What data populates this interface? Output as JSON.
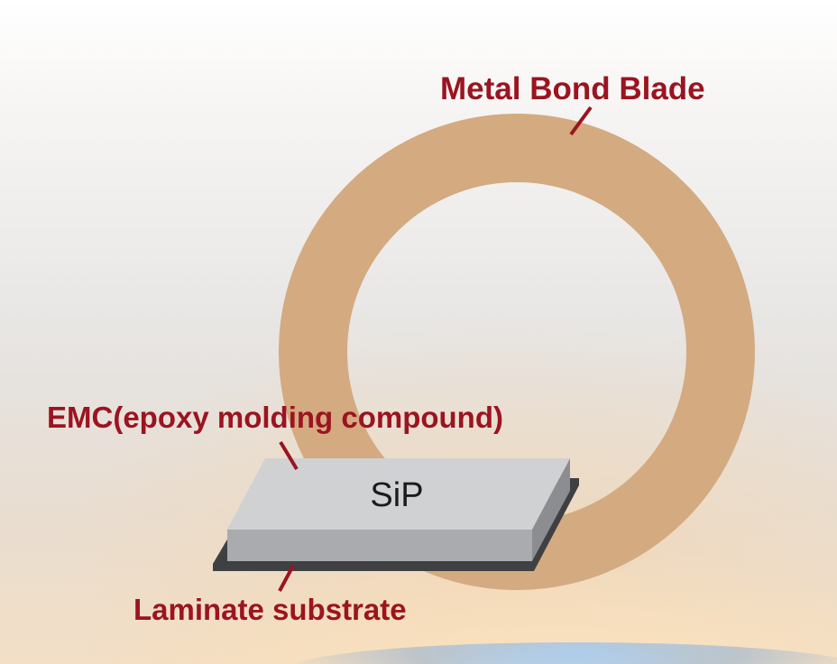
{
  "labels": {
    "blade": "Metal Bond Blade",
    "emc": "EMC(epoxy molding compound)",
    "substrate": "Laminate substrate",
    "chip": "SiP"
  },
  "colors": {
    "blade": "#d4aa80",
    "label_text": "#9b1420",
    "leader_line": "#9b1420",
    "chip_top": "#d0d1d3",
    "chip_front": "#a9abae",
    "chip_side": "#8b8d90",
    "substrate": "#3f4042",
    "chip_text": "#1b1b1b"
  }
}
